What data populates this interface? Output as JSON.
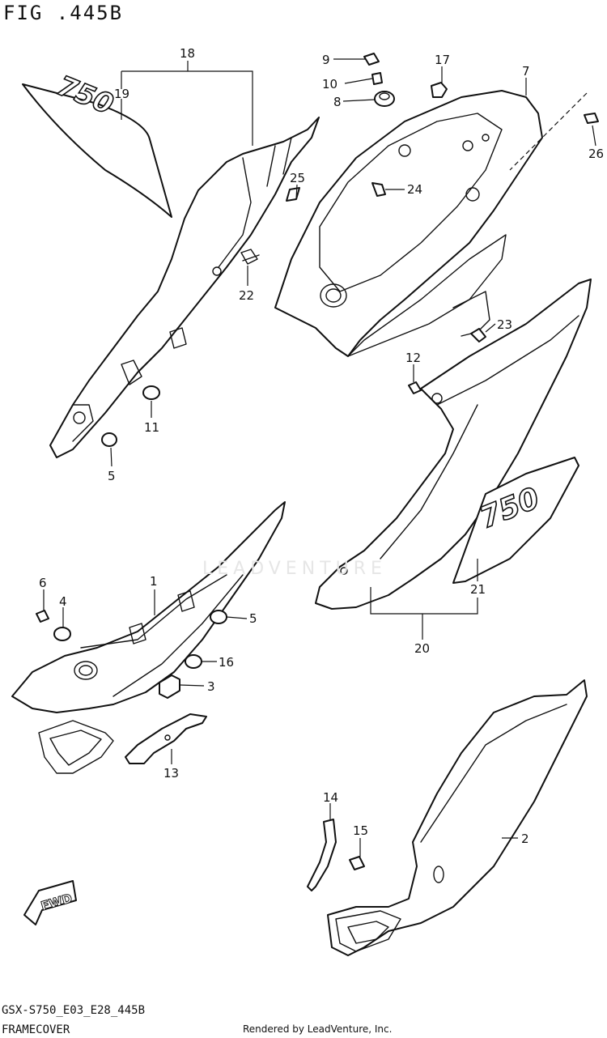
{
  "figure": {
    "title": "FIG .445B",
    "code": "GSX-S750_E03_E28_445B",
    "section": "FRAMECOVER",
    "rendered_by": "Rendered by LeadVenture, Inc.",
    "watermark": "LEADVENTURE"
  },
  "decals": {
    "left_decal_text": "750",
    "right_decal_text": "750"
  },
  "callouts": [
    {
      "id": "18",
      "label": "18"
    },
    {
      "id": "19",
      "label": "19"
    },
    {
      "id": "9",
      "label": "9"
    },
    {
      "id": "10",
      "label": "10"
    },
    {
      "id": "8",
      "label": "8"
    },
    {
      "id": "17",
      "label": "17"
    },
    {
      "id": "7",
      "label": "7"
    },
    {
      "id": "26",
      "label": "26"
    },
    {
      "id": "25",
      "label": "25"
    },
    {
      "id": "24",
      "label": "24"
    },
    {
      "id": "22",
      "label": "22"
    },
    {
      "id": "23",
      "label": "23"
    },
    {
      "id": "12",
      "label": "12"
    },
    {
      "id": "11",
      "label": "11"
    },
    {
      "id": "5a",
      "label": "5"
    },
    {
      "id": "6",
      "label": "6"
    },
    {
      "id": "1",
      "label": "1"
    },
    {
      "id": "4",
      "label": "4"
    },
    {
      "id": "5b",
      "label": "5"
    },
    {
      "id": "16",
      "label": "16"
    },
    {
      "id": "3",
      "label": "3"
    },
    {
      "id": "13",
      "label": "13"
    },
    {
      "id": "21",
      "label": "21"
    },
    {
      "id": "20",
      "label": "20"
    },
    {
      "id": "14",
      "label": "14"
    },
    {
      "id": "15",
      "label": "15"
    },
    {
      "id": "2",
      "label": "2"
    }
  ],
  "badge": {
    "label": "FWD"
  }
}
